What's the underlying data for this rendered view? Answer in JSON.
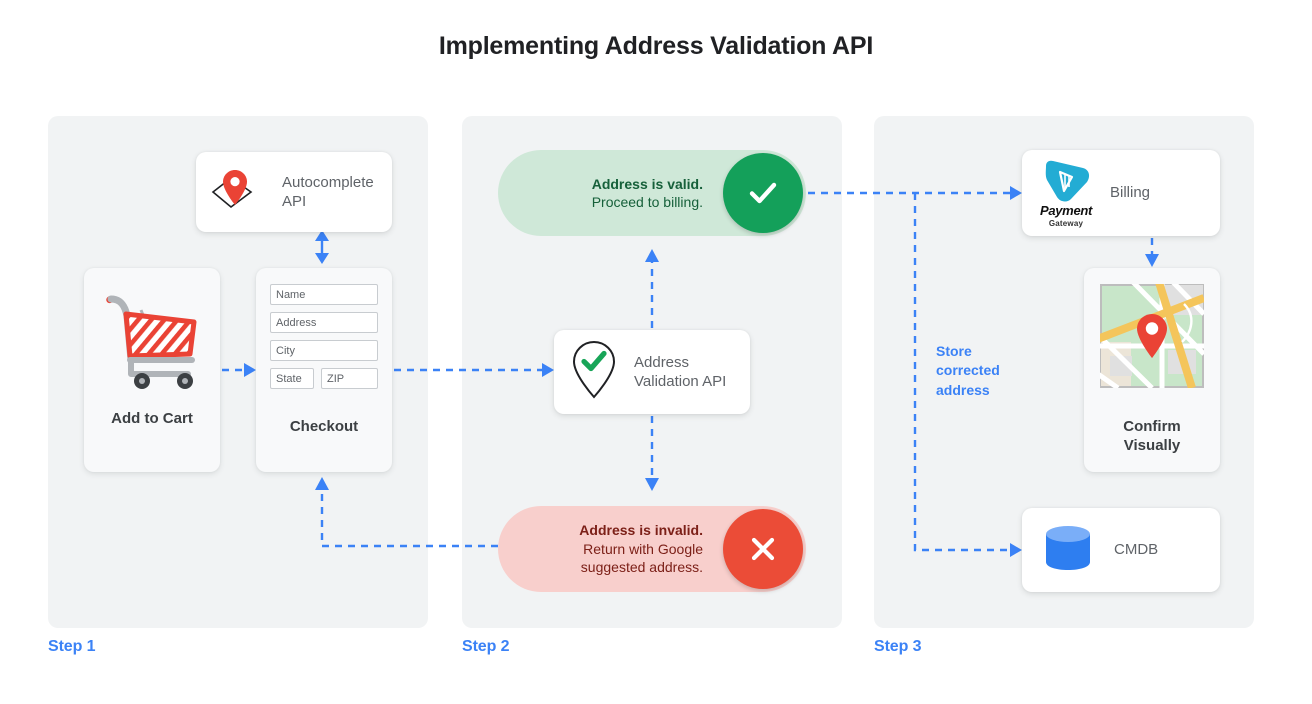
{
  "title": "Implementing Address Validation API",
  "theme": {
    "accent_blue": "#3b82f6",
    "panel_bg": "#f1f3f4",
    "valid_bg": "#cfe8d8",
    "valid_badge": "#14a05a",
    "valid_text": "#16603a",
    "invalid_bg": "#f8cfcc",
    "invalid_badge": "#eb4c37",
    "invalid_text": "#7c2018",
    "card_bg": "#ffffff",
    "label_text": "#5f6368"
  },
  "steps": [
    {
      "label": "Step 1"
    },
    {
      "label": "Step 2"
    },
    {
      "label": "Step 3"
    }
  ],
  "step1": {
    "autocomplete": {
      "label": "Autocomplete\nAPI",
      "icon": "map-pin-diamond-icon"
    },
    "add_to_cart": {
      "label": "Add to Cart",
      "icon": "shopping-cart-icon"
    },
    "checkout": {
      "label": "Checkout",
      "icon": "form-icon",
      "fields": [
        {
          "name": "name-field",
          "placeholder": "Name"
        },
        {
          "name": "address-field",
          "placeholder": "Address"
        },
        {
          "name": "city-field",
          "placeholder": "City"
        },
        {
          "name": "state-field",
          "placeholder": "State"
        },
        {
          "name": "zip-field",
          "placeholder": "ZIP"
        }
      ]
    }
  },
  "step2": {
    "valid": {
      "line1": "Address is valid.",
      "line2": "Proceed to billing.",
      "badge_icon": "check-icon"
    },
    "invalid": {
      "line1": "Address is invalid.",
      "line2": "Return with Google\nsuggested address.",
      "badge_icon": "close-icon"
    },
    "validation_api": {
      "label": "Address\nValidation API",
      "icon": "pin-check-icon"
    }
  },
  "step3": {
    "billing": {
      "label": "Billing",
      "icon": "payment-gateway-icon",
      "logo_text": "Payment",
      "logo_sub": "Gateway"
    },
    "confirm": {
      "label": "Confirm\nVisually",
      "icon": "map-thumbnail-icon"
    },
    "cmdb": {
      "label": "CMDB",
      "icon": "database-icon"
    },
    "store_note": "Store\ncorrected\naddress"
  }
}
